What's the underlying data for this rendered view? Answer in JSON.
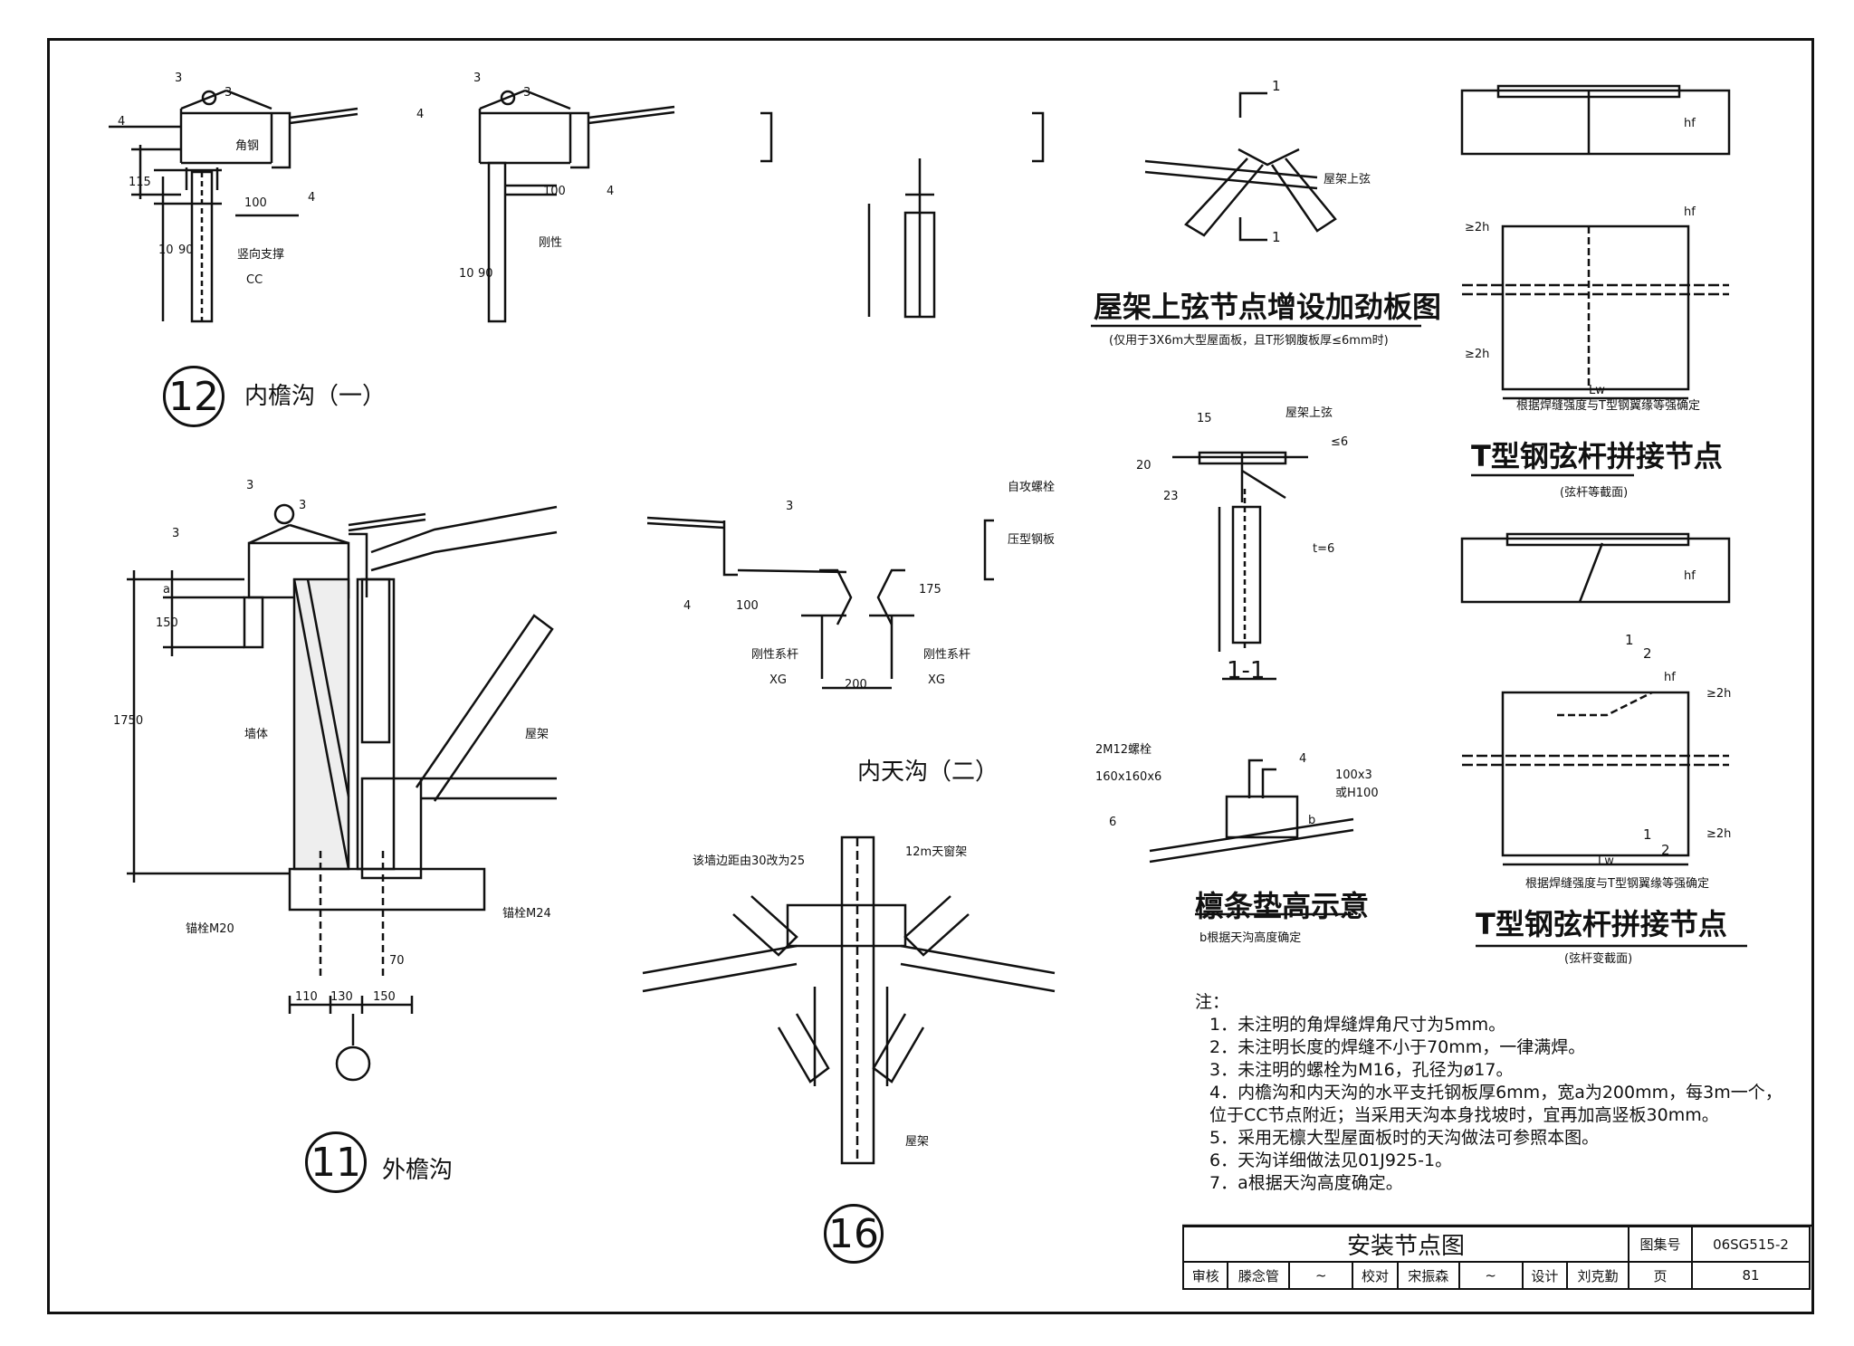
{
  "detail12": {
    "num": "12",
    "title": "内檐沟（一）",
    "labels": {
      "dim_top": "3",
      "weld_3": "3",
      "weld_4a": "4",
      "weld_4b": "4",
      "angle": "角钢",
      "dim_115": "115",
      "dim_100": "100",
      "dim_10": "10",
      "dim_90": "90",
      "brace": "竖向支撑",
      "cc": "CC"
    }
  },
  "detail12b": {
    "labels": {
      "dim_top": "3",
      "weld_3": "3",
      "weld_4a": "4",
      "weld_4b": "4",
      "dim_100": "100",
      "rigid": "刚性",
      "dim_10": "10",
      "dim_90": "90"
    }
  },
  "detail11": {
    "num": "11",
    "title": "外檐沟",
    "labels": {
      "dim_top": "3",
      "weld_3": "3",
      "weld_3b": "3",
      "dim_a": "a",
      "dim_150": "150",
      "dim_1750": "1750",
      "wall": "墙体",
      "truss": "屋架",
      "bolt20": "锚栓M20",
      "bolt24": "锚栓M24",
      "dim_70": "70",
      "dim_110": "110",
      "dim_130": "130",
      "dim_150b": "150"
    }
  },
  "detail_inner2": {
    "title": "内天沟（二）",
    "labels": {
      "weld_3": "3",
      "weld_4": "4",
      "dim_100": "100",
      "dim_175": "175",
      "rigid_a": "刚性系杆",
      "rigid_b": "刚性系杆",
      "xg_a": "XG",
      "xg_b": "XG",
      "dim_200": "200",
      "screw": "自攻螺栓",
      "sheet": "压型钢板"
    }
  },
  "detail16": {
    "num": "16",
    "labels": {
      "note": "该墙边距由30改为25",
      "frame": "12m天窗架",
      "truss": "屋架"
    }
  },
  "stiffener": {
    "title": "屋架上弦节点增设加劲板图",
    "subtitle": "(仅用于3X6m大型屋面板，且T形钢腹板厚≤6mm时)",
    "sec_a": "1",
    "sec_b": "1",
    "chord": "屋架上弦"
  },
  "section11": {
    "title": "1-1",
    "chord": "屋架上弦",
    "dim_15": "15",
    "dim_20": "20",
    "dim_23": "23",
    "le6": "≤6",
    "t6": "t=6"
  },
  "purlin": {
    "title": "檩条垫高示意",
    "sub": "b根据天沟高度确定",
    "bolt": "2M12螺栓",
    "plate": "160x160x6",
    "w6": "6",
    "weld4": "4",
    "angle": "100x3",
    "or_h": "或H100",
    "b": "b"
  },
  "tsplice1": {
    "title": "T型钢弦杆拼接节点",
    "sub": "(弦杆等截面)",
    "note": "根据焊缝强度与T型钢翼缘等强确定",
    "hf_a": "hf",
    "hf_b": "hf",
    "h2a": "≥2h",
    "h2b": "≥2h",
    "lw": "Lw"
  },
  "tsplice2": {
    "title": "T型钢弦杆拼接节点",
    "sub": "(弦杆变截面)",
    "note": "根据焊缝强度与T型钢翼缘等强确定",
    "hf_a": "hf",
    "hf_b": "hf",
    "h2a": "≥2h",
    "h2b": "≥2h",
    "lw": "Lw",
    "r1a": "1",
    "r2a": "2",
    "r1b": "1",
    "r2b": "2"
  },
  "notes": {
    "heading": "注：",
    "items": [
      "1．未注明的角焊缝焊角尺寸为5mm。",
      "2．未注明长度的焊缝不小于70mm，一律满焊。",
      "3．未注明的螺栓为M16，孔径为ø17。",
      "4．内檐沟和内天沟的水平支托钢板厚6mm，宽a为200mm，每3m一个，",
      "    位于CC节点附近；当采用天沟本身找坡时，宜再加高竖板30mm。",
      "5．采用无檩大型屋面板时的天沟做法可参照本图。",
      "6．天沟详细做法见01J925-1。",
      "7．a根据天沟高度确定。"
    ]
  },
  "title_block": {
    "drawing_title": "安装节点图",
    "atlas_label": "图集号",
    "atlas_no": "06SG515-2",
    "review": "审核",
    "reviewer": "滕念管",
    "check": "校对",
    "checker": "宋振森",
    "design": "设计",
    "designer": "刘克勤",
    "page_label": "页",
    "page_no": "81"
  }
}
